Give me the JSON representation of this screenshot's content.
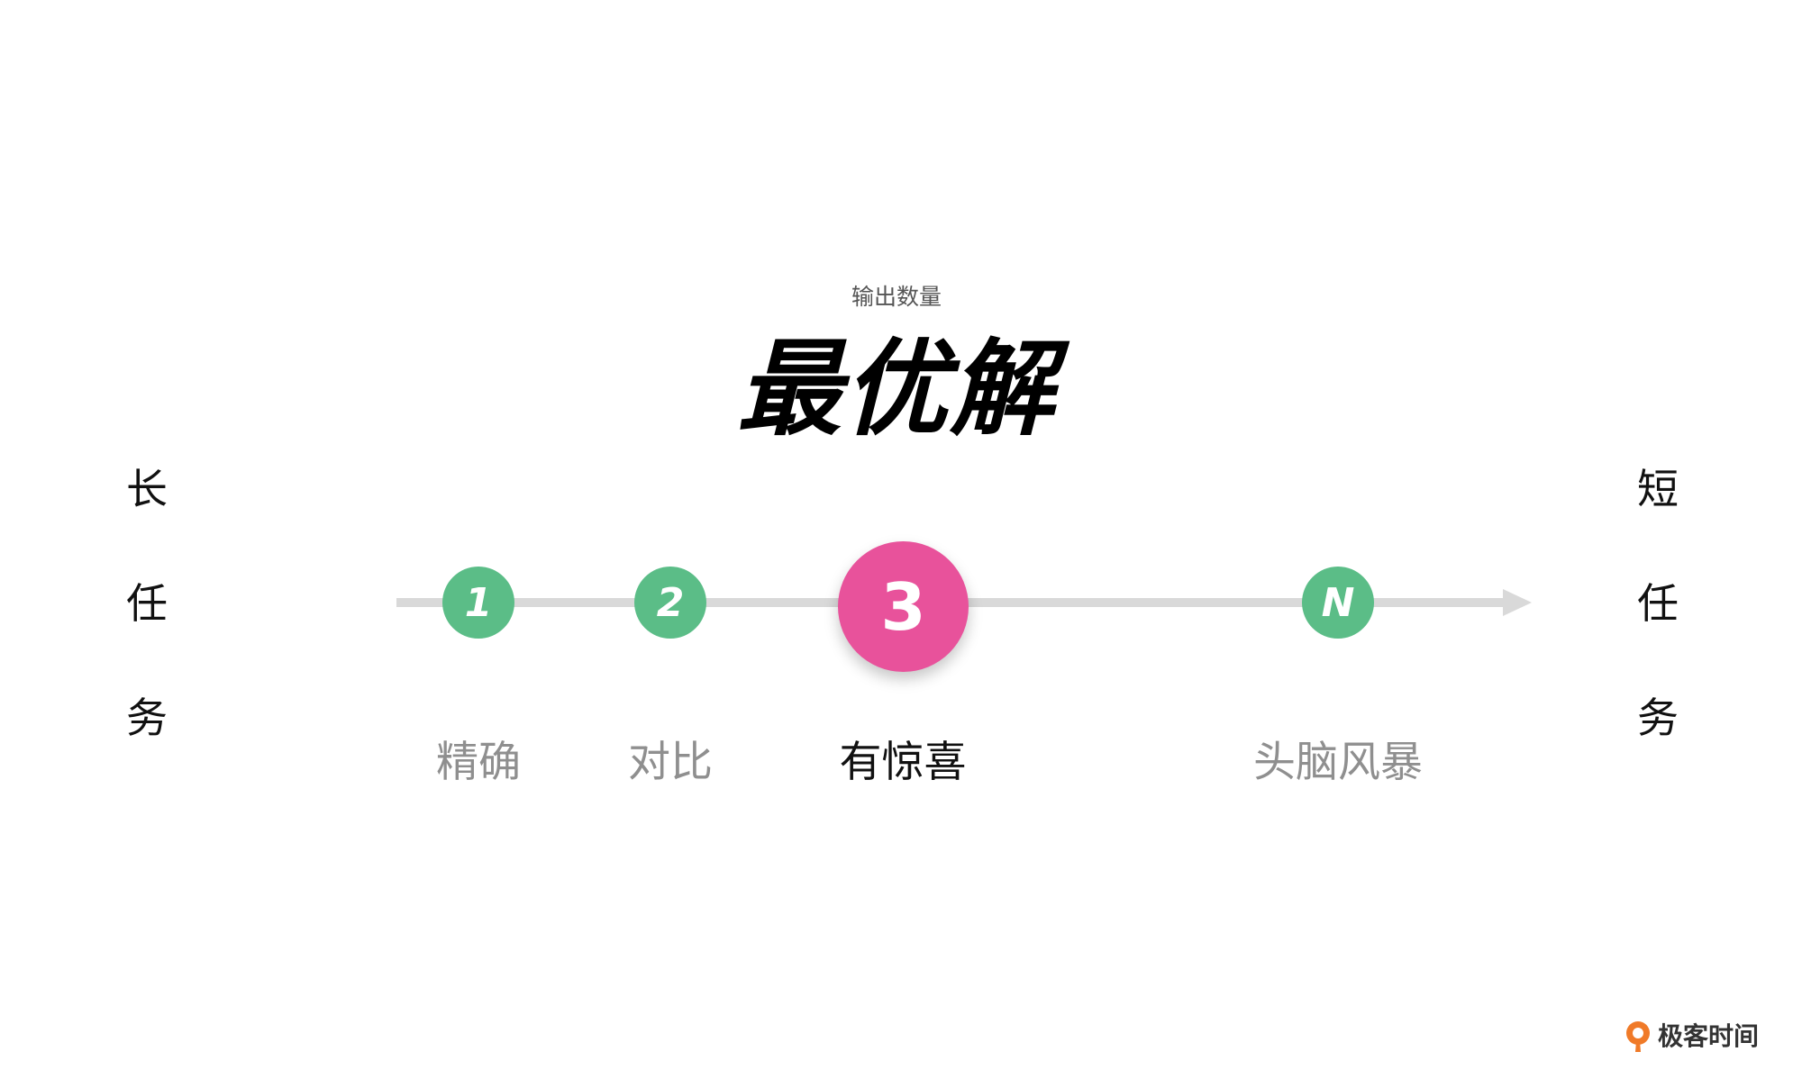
{
  "subtitle": "输出数量",
  "title": "最优解",
  "left_side": [
    "长",
    "任",
    "务"
  ],
  "right_side": [
    "短",
    "任",
    "务"
  ],
  "colors": {
    "node_green": "#5bbd87",
    "node_pink": "#e8529b",
    "axis": "#d9d9d9",
    "label_muted": "#8f8f8f",
    "label_active": "#111111",
    "brand_orange": "#f07a28"
  },
  "nodes": [
    {
      "marker": "1",
      "label": "精确",
      "highlight": false
    },
    {
      "marker": "2",
      "label": "对比",
      "highlight": false
    },
    {
      "marker": "3",
      "label": "有惊喜",
      "highlight": true
    },
    {
      "marker": "N",
      "label": "头脑风暴",
      "highlight": false
    }
  ],
  "brand": {
    "icon": "geektime-logo-icon",
    "name": "极客时间"
  }
}
